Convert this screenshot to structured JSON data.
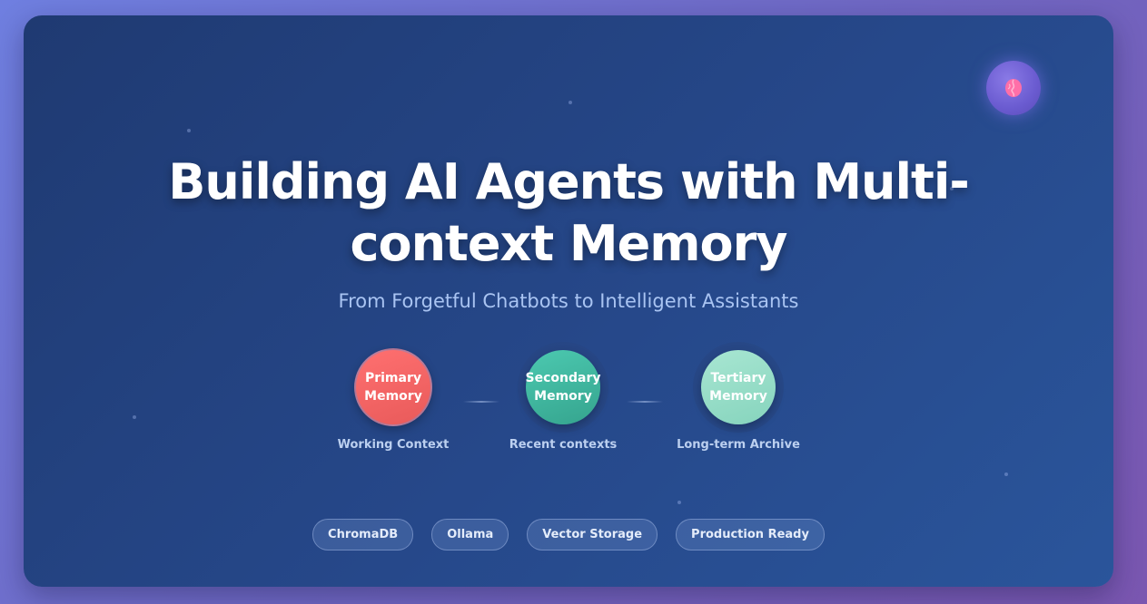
{
  "title_lines": [
    "Building AI Agents with Multi-",
    "context Memory"
  ],
  "subtitle": "From Forgetful Chatbots to Intelligent Assistants",
  "badge": {
    "icon": "brain-icon"
  },
  "memories": [
    {
      "name_lines": [
        "Primary",
        "Memory"
      ],
      "caption": "Working Context",
      "color": "#ff6b6b"
    },
    {
      "name_lines": [
        "Secondary",
        "Memory"
      ],
      "caption": "Recent contexts",
      "color": "#3fbfa6"
    },
    {
      "name_lines": [
        "Tertiary",
        "Memory"
      ],
      "caption": "Long-term Archive",
      "color": "#9fe0cc"
    }
  ],
  "tags": [
    "ChromaDB",
    "Ollama",
    "Vector Storage",
    "Production Ready"
  ]
}
